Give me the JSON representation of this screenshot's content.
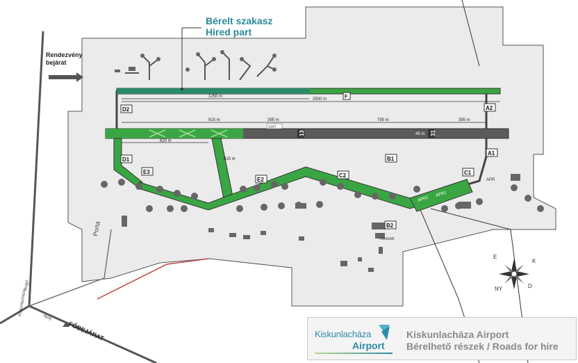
{
  "legend": {
    "hired_hu": "Bérelt szakasz",
    "hired_en": "Hired part",
    "color": "#2e9c45"
  },
  "entrance": {
    "line1": "Rendezvény",
    "line2": "bejárat"
  },
  "main_entrance": "FŐBEJÁRAT",
  "roads": {
    "porta": "Porta",
    "kiskunlachaza": "Kiskunlacháza",
    "bugyi": "Bugyi",
    "apaj": "Apaj"
  },
  "taxiway_labels": [
    "D2",
    "A2",
    "D1",
    "A1",
    "E3",
    "E2",
    "C2",
    "B1",
    "C1",
    "B2",
    "F"
  ],
  "dimensions": {
    "d1250": "1250 m",
    "d2500": "2500 m",
    "d915": "915 m",
    "d395a": "395 m",
    "d795": "795 m",
    "d395b": "395 m",
    "d620": "620 m",
    "d815": "815 m",
    "d45": "45 m"
  },
  "runway": {
    "rwy13": "13",
    "rwy31": "31",
    "mark": "GWY"
  },
  "apron": {
    "apr2": "APR2",
    "apr1": "APR1",
    "apr": "APR",
    "hangar": "HANGAR"
  },
  "compass": {
    "e": "E",
    "k": "K",
    "n": "NY",
    "d": "D"
  },
  "brand": {
    "word": "Kiskunlacháza",
    "sub": "Airport",
    "title": "Kiskunlacháza Airport",
    "subtitle": "Bérelhető részek / Roads for hire"
  },
  "colors": {
    "area": "#ebebeb",
    "runway": "#5b5b5b",
    "hired": "#3aa643",
    "outline": "#333333"
  }
}
